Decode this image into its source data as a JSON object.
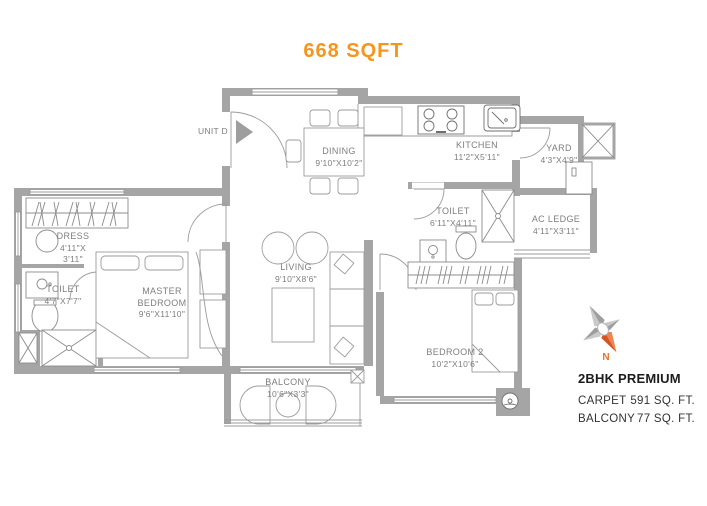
{
  "title": "668 SQFT",
  "entrance": {
    "label": "UNIT D"
  },
  "rooms": {
    "dining": {
      "name": "DINING",
      "dims": "9'10\"X10'2\""
    },
    "kitchen": {
      "name": "KITCHEN",
      "dims": "11'2\"X5'11\""
    },
    "yard": {
      "name": "YARD",
      "dims": "4'3\"X4'9\""
    },
    "toilet2": {
      "name": "TOILET",
      "dims": "6'11\"X4'11\""
    },
    "ac_ledge": {
      "name": "AC LEDGE",
      "dims": "4'11\"X3'11\""
    },
    "dress": {
      "name": "DRESS",
      "dims": "4'11\"X 3'11\""
    },
    "toilet1": {
      "name": "TOILET",
      "dims": "4'7\"X7'7\""
    },
    "master_bedroom": {
      "name": "MASTER BEDROOM",
      "dims": "9'6\"X11'10\""
    },
    "living": {
      "name": "LIVING",
      "dims": "9'10\"X8'6\""
    },
    "bedroom2": {
      "name": "BEDROOM 2",
      "dims": "10'2\"X10'6\""
    },
    "balcony": {
      "name": "BALCONY",
      "dims": "10'6\"X3'3\""
    }
  },
  "compass": {
    "north_label": "N"
  },
  "legend": {
    "heading": "2BHK PREMIUM",
    "rows": [
      {
        "label": "CARPET",
        "value": "591 SQ. FT."
      },
      {
        "label": "BALCONY",
        "value": "77 SQ. FT."
      }
    ]
  },
  "colors": {
    "accent_orange": "#F7941E",
    "compass_orange": "#E2672F",
    "wall_gray": "#A5A5A5",
    "line_gray": "#9B9B9B",
    "label_gray": "#7E7E7E",
    "legend_black": "#1C1C1C"
  }
}
